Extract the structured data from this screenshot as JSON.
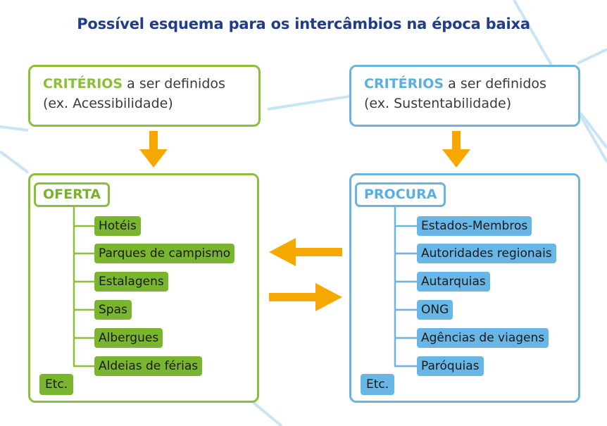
{
  "title": "Possível esquema para os intercâmbios na época baixa",
  "colors": {
    "green": "#8bbf3a",
    "blue": "#6cb3de",
    "orange": "#f6a800",
    "title": "#1f3d8a"
  },
  "criteria_left": {
    "head": "CRITÉRIOS",
    "rest": " a ser definidos",
    "example": "(ex. Acessibilidade)"
  },
  "criteria_right": {
    "head": "CRITÉRIOS",
    "rest": " a ser definidos",
    "example": "(ex. Sustentabilidade)"
  },
  "supply": {
    "header": "OFERTA",
    "items": [
      "Hotéis",
      "Parques de campismo",
      "Estalagens",
      "Spas",
      "Albergues",
      "Aldeias de férias"
    ],
    "etc": "Etc."
  },
  "demand": {
    "header": "PROCURA",
    "items": [
      "Estados-Membros",
      "Autoridades regionais",
      "Autarquias",
      "ONG",
      "Agências de viagens",
      "Paróquias"
    ],
    "etc": "Etc."
  }
}
